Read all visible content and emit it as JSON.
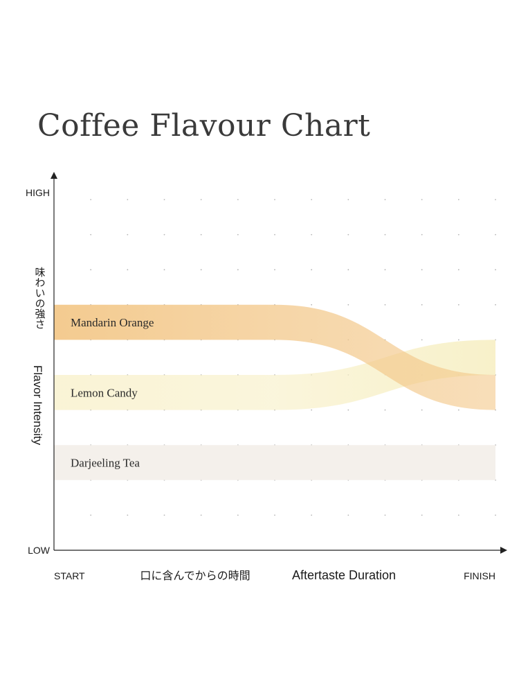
{
  "title": "Coffee Flavour Chart",
  "chart_data": {
    "type": "area",
    "title": "Coffee Flavour Chart",
    "x_axis": {
      "start_label": "START",
      "end_label": "FINISH",
      "label_ja": "口に含んでからの時間",
      "label_en": "Aftertaste Duration",
      "range": [
        0,
        12
      ]
    },
    "y_axis": {
      "top_label": "HIGH",
      "bottom_label": "LOW",
      "label_ja": "味わいの強さ",
      "label_en": "Flavor Intensity",
      "range": [
        0,
        10
      ]
    },
    "grid": true,
    "series": [
      {
        "name": "Mandarin Orange",
        "color": "#f3c88a",
        "x": [
          0,
          6,
          12
        ],
        "y_low": [
          6,
          6,
          4
        ],
        "y_high": [
          7,
          7,
          5
        ]
      },
      {
        "name": "Lemon Candy",
        "color": "#f7efc4",
        "x": [
          0,
          6,
          12
        ],
        "y_low": [
          4,
          4,
          5
        ],
        "y_high": [
          5,
          5,
          6
        ]
      },
      {
        "name": "Darjeeling Tea",
        "color": "#f4f0eb",
        "x": [
          0,
          12
        ],
        "y_low": [
          2,
          2
        ],
        "y_high": [
          3,
          3
        ]
      }
    ]
  }
}
